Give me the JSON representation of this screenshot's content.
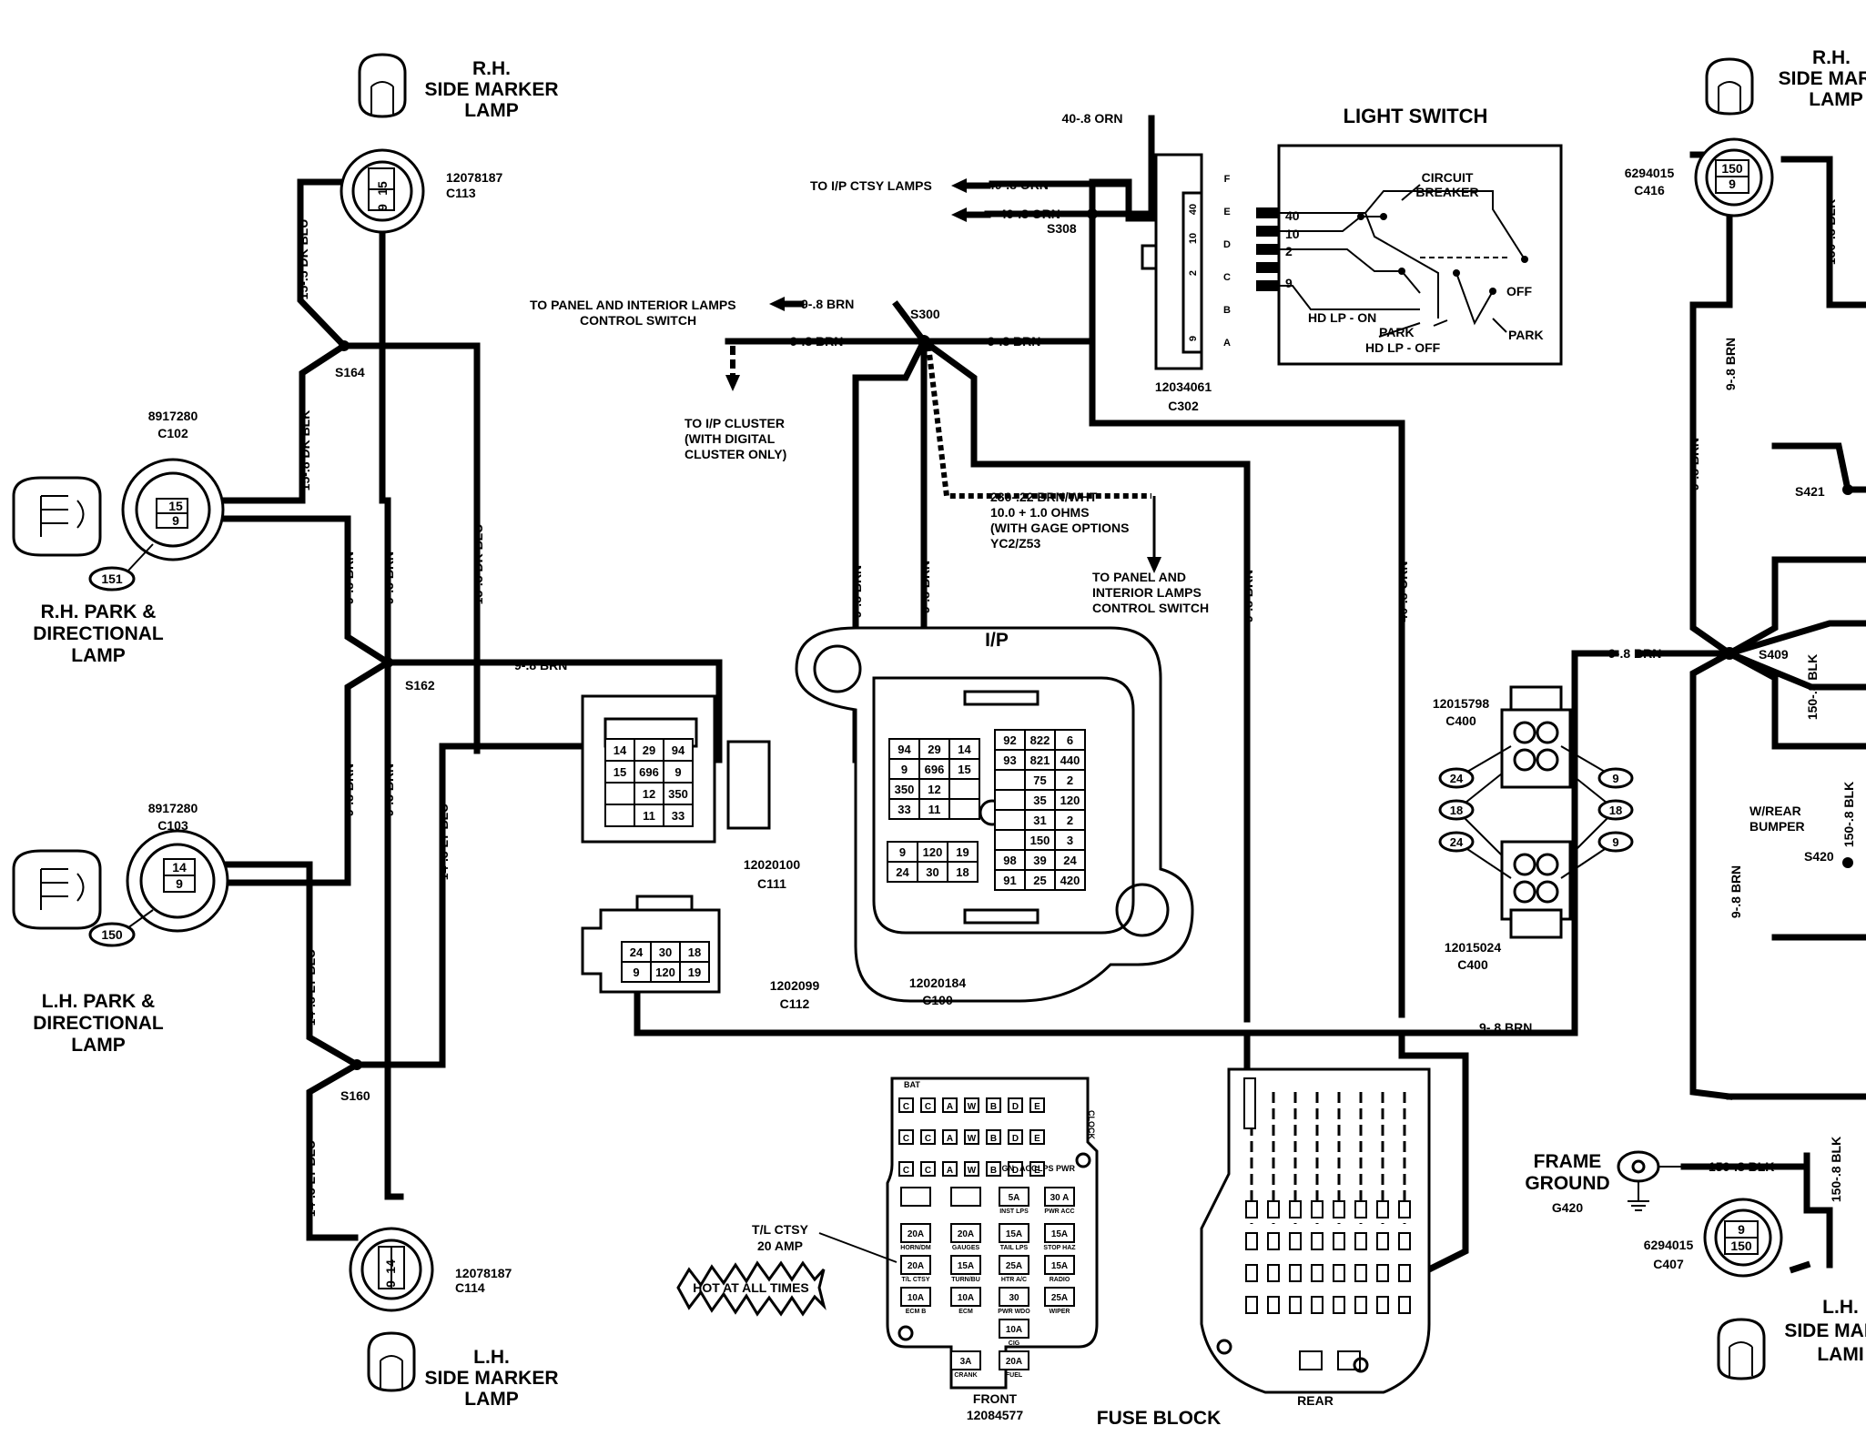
{
  "light_switch": {
    "title": "LIGHT SWITCH",
    "circuit_breaker_1": "CIRCUIT",
    "circuit_breaker_2": "BREAKER",
    "term_40": "40",
    "term_10": "10",
    "term_2": "2",
    "term_9": "9",
    "off": "OFF",
    "park": "PARK",
    "hd_lp_on": "HD LP - ON",
    "park_2": "PARK",
    "hd_lp_off": "HD LP - OFF",
    "connector_part": "12034061",
    "connector_id": "C302",
    "pins": [
      "F",
      "E",
      "D",
      "C",
      "B",
      "A"
    ],
    "pin_wires": [
      "40",
      "10",
      "2",
      "9"
    ]
  },
  "rh_marker": {
    "line1": "R.H.",
    "line2": "SIDE MARKER",
    "line3": "LAMP",
    "part": "12078187",
    "conn": "C113",
    "pin_a": "15",
    "pin_b": "9"
  },
  "lh_marker": {
    "line1": "L.H.",
    "line2": "SIDE MARKER",
    "line3": "LAMP",
    "part": "12078187",
    "conn": "C114",
    "pin_a": "14",
    "pin_b": "9"
  },
  "rh_park": {
    "line1": "R.H. PARK &",
    "line2": "DIRECTIONAL",
    "line3": "LAMP",
    "part": "8917280",
    "conn": "C102",
    "pin_a": "15",
    "pin_b": "9",
    "bulb": "151"
  },
  "lh_park": {
    "line1": "L.H. PARK &",
    "line2": "DIRECTIONAL",
    "line3": "LAMP",
    "part": "8917280",
    "conn": "C103",
    "pin_a": "14",
    "pin_b": "9",
    "bulb": "150"
  },
  "right_rh_marker": {
    "line1": "R.H.",
    "line2": "SIDE MAR",
    "line3": "LAMP",
    "part": "6294015",
    "conn": "C416",
    "pin_a": "150",
    "pin_b": "9"
  },
  "right_lh_marker": {
    "line1": "L.H.",
    "line2": "SIDE MAI",
    "line3": "LAMI",
    "part": "6294015",
    "conn": "C407",
    "pin_a": "9",
    "pin_b": "150"
  },
  "splices": {
    "s164": "S164",
    "s162": "S162",
    "s160": "S160",
    "s300": "S300",
    "s308": "S308",
    "s409": "S409",
    "s420": "S420",
    "s421": "S421"
  },
  "wires": {
    "w_155_dk_blu": "15-.5 DK BLU",
    "w_15_8_dk_blk": "15-.8 DK BLK",
    "w_98_brn_a": "9-.8 BRN",
    "w_95_brn_a": "9-.5 BRN",
    "w_155_dk_blu_b": "15-.5 DK BLU",
    "w_98_brn_b": "9-.8 BRN",
    "w_95_brn_b": "9-.5 BRN",
    "w_145_lt_blu": "14-.5 LT BLU",
    "w_148_lt_blu": "14-.8 LT BLU",
    "w_145_lt_blu_b": "14-.5 LT BLU",
    "w_98_brn_c": "9-.8 BRN",
    "w_98_brn_d": "9-.8 BRN",
    "w_98_brn_e": "9-.8 BRN",
    "w_98_brn_f": "9-.8 BRN",
    "w_98_brn_g": "9-.8 BRN",
    "w_98_brn_h": "9-.8 BRN",
    "w_98_brn_i": "9-.8 BRN",
    "w_408_orn_a": "40-.8 ORN",
    "w_408_orn_b": "40-.8 ORN",
    "w_408_orn_c": "40-.8 ORN",
    "w_408_orn_d": "40-.8 ORN",
    "w_98_brn_j": "9-.8 BRN",
    "w_98_brn_k": "9-.8 BRN",
    "w_1508_blk_a": "150-.8 BLK",
    "w_1508_blk_b": "150-.8 BLK",
    "w_1508_blk_c": "150-.8 BLK",
    "w_1508_blk_d": "150-.8 BLK",
    "w_1508_blk_e": "150-.8 BLK",
    "w_98_brn_l": "9-.8 BRN",
    "w_98_brn_m": "9-.8 BRN"
  },
  "notes": {
    "to_ip_ctsy": "TO I/P CTSY LAMPS",
    "to_panel_1": "TO PANEL AND INTERIOR LAMPS",
    "to_panel_2": "CONTROL SWITCH",
    "to_ip_cluster_1": "TO I/P CLUSTER",
    "to_ip_cluster_2": "(WITH DIGITAL",
    "to_ip_cluster_3": "CLUSTER ONLY)",
    "brn_wht": "230-.22 BRN/WHT",
    "ohms": "10.0 + 1.0 OHMS",
    "gage": "(WITH GAGE OPTIONS",
    "yc2": "YC2/Z53",
    "to_panel_b1": "TO PANEL AND",
    "to_panel_b2": "INTERIOR LAMPS",
    "to_panel_b3": "CONTROL SWITCH",
    "w_rear_1": "W/REAR",
    "w_rear_2": "BUMPER"
  },
  "ip": {
    "label": "I/P",
    "part": "12020184",
    "conn": "C100",
    "left_grid": [
      [
        "94",
        "29",
        "14"
      ],
      [
        "9",
        "696",
        "15"
      ],
      [
        "350",
        "12",
        ""
      ],
      [
        "33",
        "11",
        ""
      ]
    ],
    "right_grid": [
      [
        "92",
        "822",
        "6"
      ],
      [
        "93",
        "821",
        "440"
      ],
      [
        "",
        "75",
        "2"
      ],
      [
        "",
        "35",
        "120"
      ],
      [
        "",
        "31",
        "2"
      ],
      [
        "",
        "150",
        "3"
      ],
      [
        "98",
        "39",
        "24"
      ],
      [
        "91",
        "25",
        "420"
      ]
    ],
    "lower_grid": [
      [
        "9",
        "120",
        "19"
      ],
      [
        "24",
        "30",
        "18"
      ]
    ]
  },
  "c111": {
    "part": "12020100",
    "conn": "C111",
    "grid": [
      [
        "14",
        "29",
        "94"
      ],
      [
        "15",
        "696",
        "9"
      ],
      [
        "",
        "12",
        "350"
      ],
      [
        "",
        "11",
        "33"
      ]
    ]
  },
  "c112": {
    "part": "1202099",
    "conn": "C112",
    "grid": [
      [
        "24",
        "30",
        "18"
      ],
      [
        "9",
        "120",
        "19"
      ]
    ]
  },
  "c400": {
    "part_a": "12015798",
    "conn_a": "C400",
    "part_b": "12015024",
    "conn_b": "C400",
    "left_pins": [
      "24",
      "18",
      "24"
    ],
    "right_pins": [
      "9",
      "18",
      "9"
    ]
  },
  "frame_ground": {
    "line1": "FRAME",
    "line2": "GROUND",
    "id": "G420"
  },
  "fuse_block": {
    "title": "FUSE BLOCK",
    "front": "FRONT",
    "front_part": "12084577",
    "rear": "REAR",
    "tl_ctsy_1": "T/L CTSY",
    "tl_ctsy_2": "20 AMP",
    "hot": "HOT AT ALL TIMES",
    "bat": "BAT",
    "ign": "IGN",
    "acc": "ACC",
    "lps": "LPS",
    "pwr": "PWR",
    "clock": "CLOCK",
    "fuses": [
      {
        "amp": "5A",
        "name": "INST LPS"
      },
      {
        "amp": "30 A",
        "name": "PWR ACC"
      },
      {
        "amp": "20A",
        "name": "HORN/DM"
      },
      {
        "amp": "20A",
        "name": "GAUGES"
      },
      {
        "amp": "15A",
        "name": "TAIL LPS"
      },
      {
        "amp": "15A",
        "name": "STOP HAZ"
      },
      {
        "amp": "20A",
        "name": "T/L CTSY"
      },
      {
        "amp": "15A",
        "name": "TURN/BU"
      },
      {
        "amp": "25A",
        "name": "HTR A/C"
      },
      {
        "amp": "15A",
        "name": "RADIO"
      },
      {
        "amp": "10A",
        "name": "ECM B"
      },
      {
        "amp": "10A",
        "name": "ECM"
      },
      {
        "amp": "30",
        "name": "PWR WDO"
      },
      {
        "amp": "25A",
        "name": "WIPER"
      },
      {
        "amp": "10A",
        "name": "CIG"
      },
      {
        "amp": "3A",
        "name": "CRANK"
      },
      {
        "amp": "20A",
        "name": "FUEL"
      }
    ]
  }
}
